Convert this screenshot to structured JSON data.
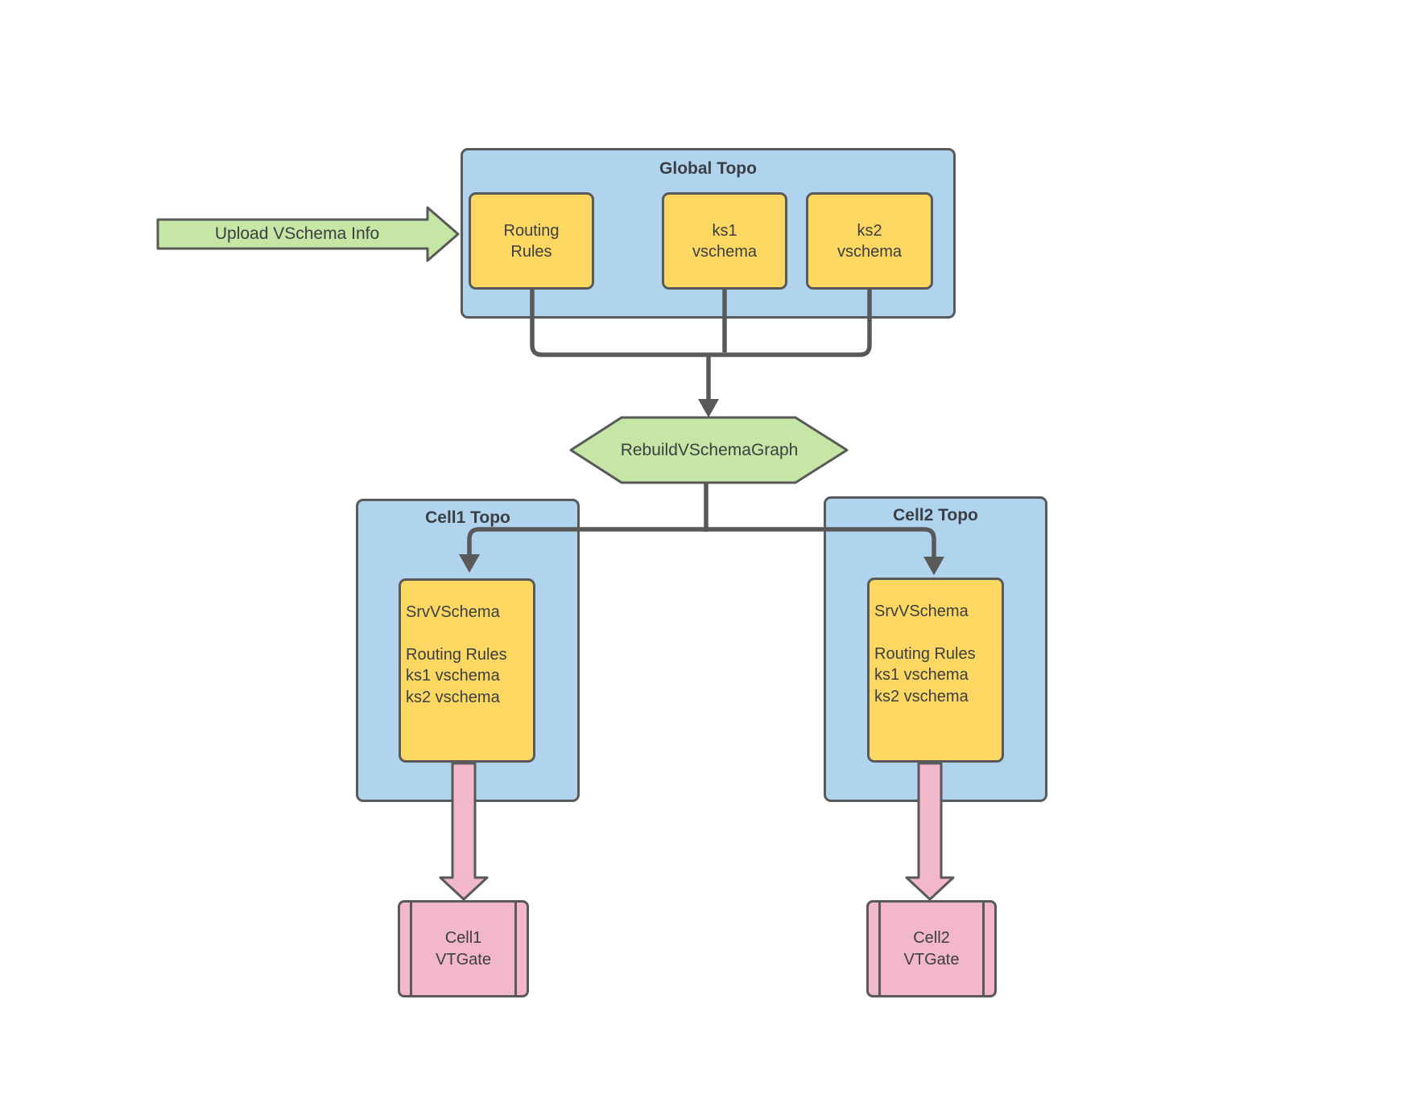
{
  "colors": {
    "blue": "#b0d4ee",
    "yellow": "#fcd863",
    "green": "#c6e6a5",
    "pink": "#f3b7cb",
    "stroke": "#595959",
    "text": "#3b3e42",
    "bg": "#ffffff"
  },
  "upload_arrow": {
    "label": "Upload VSchema Info"
  },
  "global_topo": {
    "title": "Global Topo",
    "boxes": [
      {
        "label": "Routing\nRules"
      },
      {
        "label": "ks1\nvschema"
      },
      {
        "label": "ks2\nvschema"
      }
    ]
  },
  "rebuild": {
    "label": "RebuildVSchemaGraph"
  },
  "cell1": {
    "title": "Cell1 Topo",
    "content": "SrvVSchema\n\nRouting Rules\nks1 vschema\nks2 vschema"
  },
  "cell2": {
    "title": "Cell2 Topo",
    "content": "SrvVSchema\n\nRouting Rules\nks1 vschema\nks2 vschema"
  },
  "vtgate1": {
    "label": "Cell1\nVTGate"
  },
  "vtgate2": {
    "label": "Cell2\nVTGate"
  }
}
